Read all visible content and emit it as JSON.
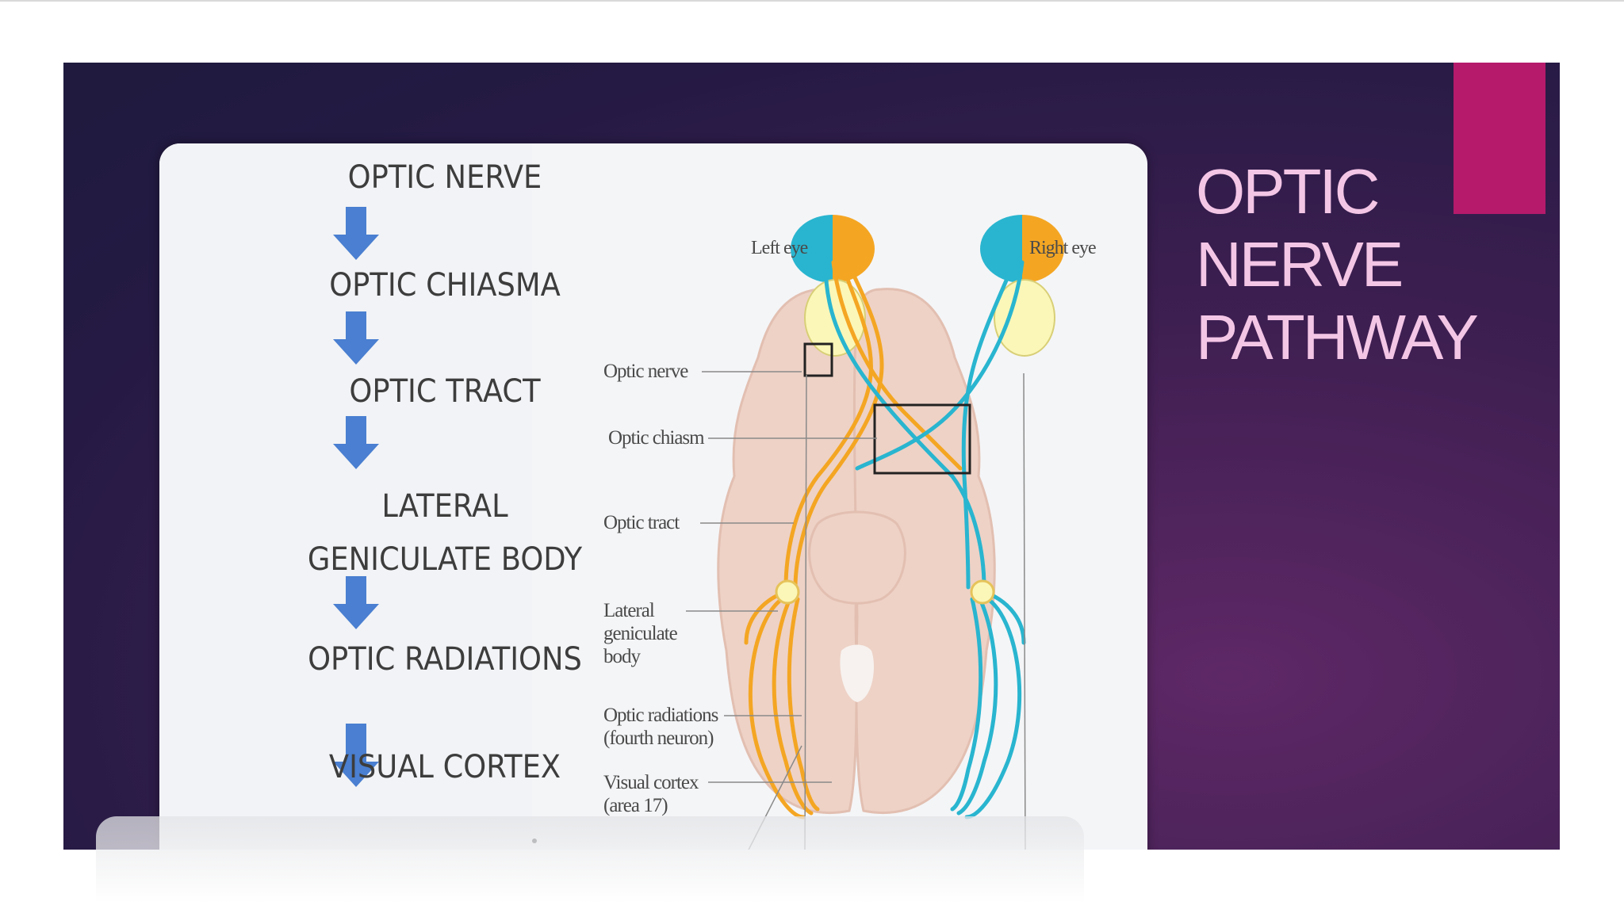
{
  "slide": {
    "title": "OPTIC\nNERVE\nPATHWAY",
    "colors": {
      "accent": "#b51a6b",
      "title": "#f4c6e6",
      "flow_arrow": "#4a7fd1",
      "flow_text": "#3d3d3d",
      "nasal_half": "#29b5cf",
      "temporal_half": "#f4a623",
      "brain_tissue": "#eed2c6"
    }
  },
  "flowchart": {
    "steps": [
      "OPTIC NERVE",
      "OPTIC CHIASMA",
      "OPTIC TRACT",
      "LATERAL\nGENICULATE BODY",
      "OPTIC RADIATIONS",
      "VISUAL CORTEX"
    ]
  },
  "diagram": {
    "left_eye": "Left eye",
    "right_eye": "Right eye",
    "labels": {
      "optic_nerve": "Optic nerve",
      "optic_chiasm": "Optic chiasm",
      "optic_tract": "Optic tract",
      "lgb": "Lateral\ngeniculate\nbody",
      "optic_radiations": "Optic radiations\n(fourth neuron)",
      "visual_cortex": "Visual cortex\n(area 17)"
    }
  }
}
